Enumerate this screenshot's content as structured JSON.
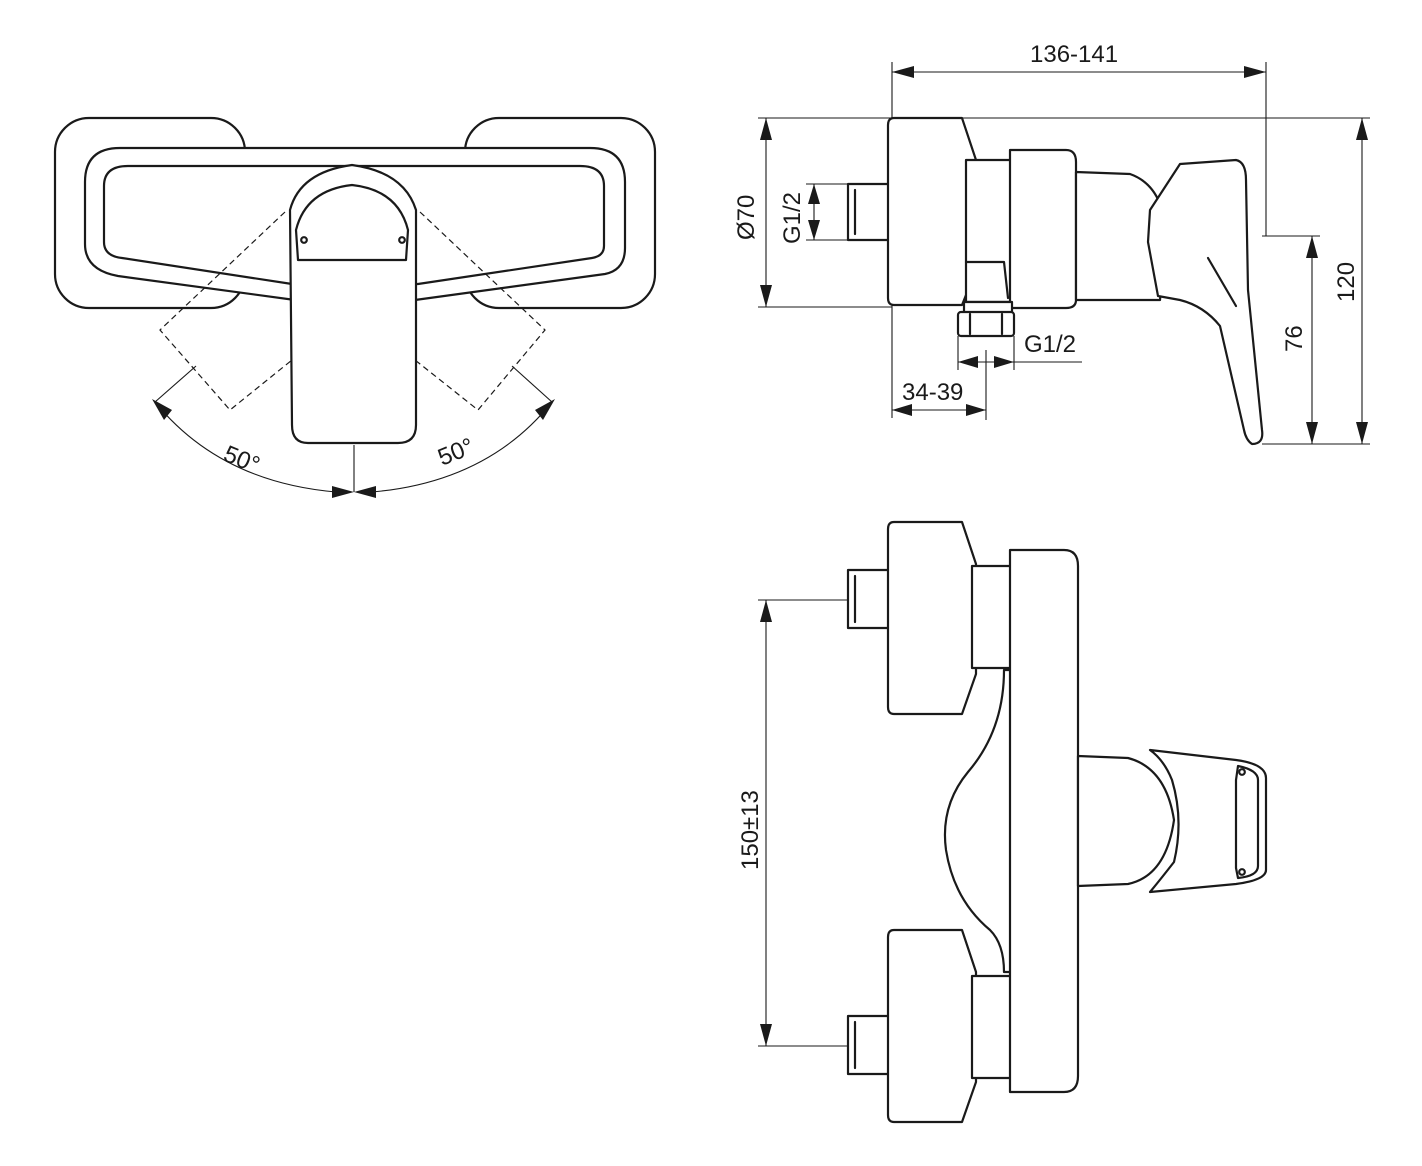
{
  "drawing": {
    "top_view": {
      "angle_left": "50°",
      "angle_right": "50°"
    },
    "side_view": {
      "width_range": "136-141",
      "diameter": "Ø70",
      "inlet_thread": "G1/2",
      "outlet_thread": "G1/2",
      "offset_range": "34-39",
      "height_total": "120",
      "height_handle": "76"
    },
    "front_view": {
      "inlet_spacing": "150±13"
    }
  }
}
